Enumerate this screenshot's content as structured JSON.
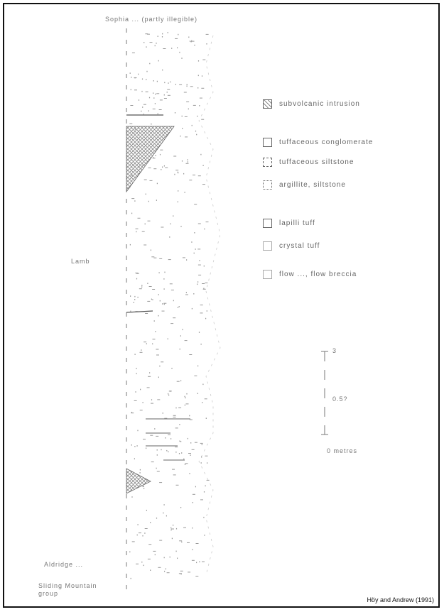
{
  "top_label": "Sophia ... (partly illegible)",
  "unit_label": "Lamb",
  "base_labels": [
    "Aldridge ...",
    "Sliding Mountain group"
  ],
  "legend": [
    {
      "label": "subvolcanic intrusion",
      "pattern": "crosshatch"
    },
    {
      "label": "tuffaceous conglomerate",
      "pattern": "pebbles"
    },
    {
      "label": "tuffaceous siltstone",
      "pattern": "dashes"
    },
    {
      "label": "argillite, siltstone",
      "pattern": "lines"
    },
    {
      "label": "lapilli tuff",
      "pattern": "circles"
    },
    {
      "label": "crystal tuff",
      "pattern": "sparse"
    },
    {
      "label": "flow ..., flow breccia",
      "pattern": "ticks"
    }
  ],
  "scale": {
    "top": "3",
    "mid": "0.5?",
    "bottom": "0 metres"
  },
  "credit": "Höy and Andrew (1991)",
  "colors": {
    "ink": "#555555",
    "border": "#111111",
    "hatch": "#888888"
  }
}
